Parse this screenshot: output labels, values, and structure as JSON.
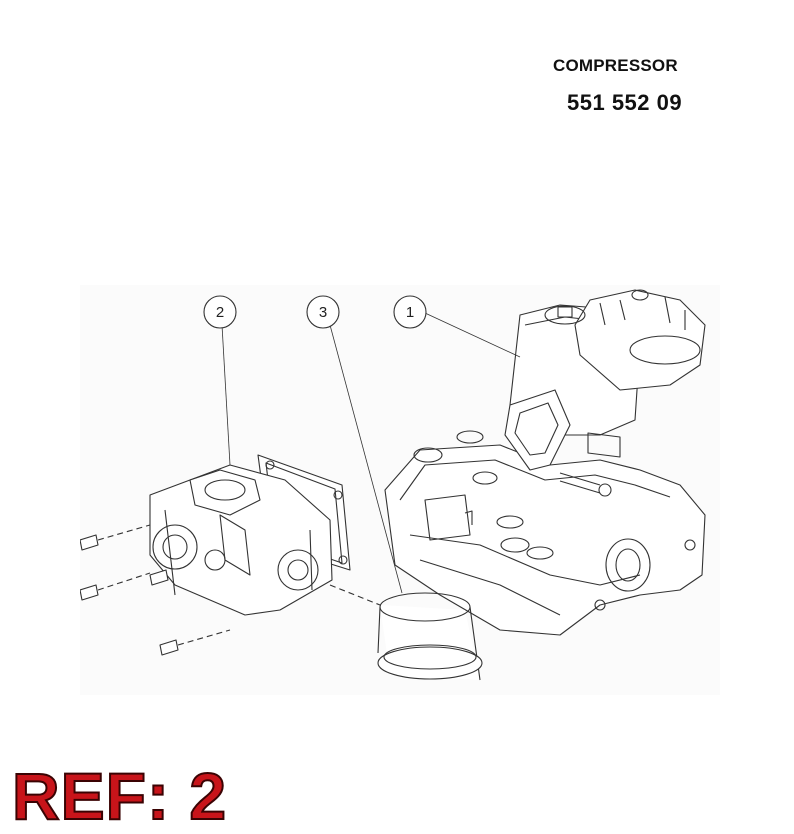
{
  "header": {
    "title": "COMPRESSOR",
    "part_number": "551 552 09"
  },
  "drawing": {
    "callouts": [
      "1",
      "2",
      "3"
    ]
  },
  "reference": {
    "label": "REF: 2"
  }
}
